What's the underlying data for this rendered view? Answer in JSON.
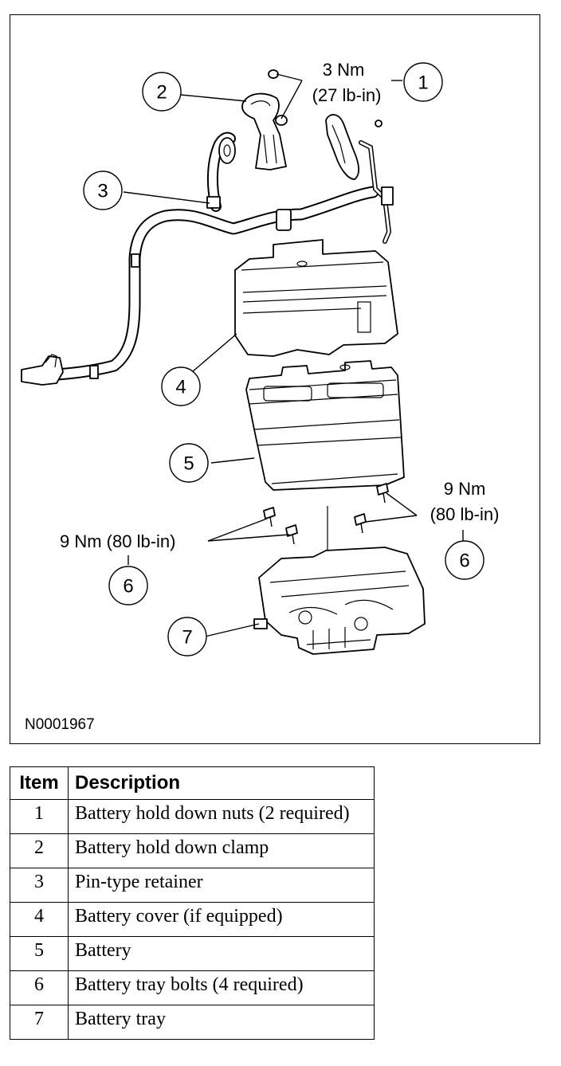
{
  "figure": {
    "id": "N0001967",
    "callouts": [
      {
        "number": "1"
      },
      {
        "number": "2"
      },
      {
        "number": "3"
      },
      {
        "number": "4"
      },
      {
        "number": "5"
      },
      {
        "number": "6"
      },
      {
        "number": "6"
      },
      {
        "number": "7"
      }
    ],
    "torque": {
      "nuts_nm": "3 Nm",
      "nuts_lbin": "(27 lb-in)",
      "bolts_left": "9 Nm (80 lb-in)",
      "bolts_right_nm": "9 Nm",
      "bolts_right_lbin": "(80 lb-in)"
    }
  },
  "legend": {
    "headers": {
      "item": "Item",
      "description": "Description"
    },
    "rows": [
      {
        "item": "1",
        "description": "Battery hold down nuts (2 required)"
      },
      {
        "item": "2",
        "description": "Battery hold down clamp"
      },
      {
        "item": "3",
        "description": "Pin-type retainer"
      },
      {
        "item": "4",
        "description": "Battery cover (if equipped)"
      },
      {
        "item": "5",
        "description": "Battery"
      },
      {
        "item": "6",
        "description": "Battery tray bolts (4 required)"
      },
      {
        "item": "7",
        "description": "Battery tray"
      }
    ]
  }
}
